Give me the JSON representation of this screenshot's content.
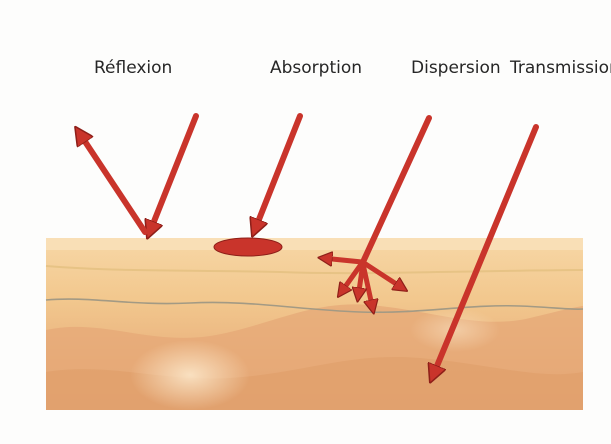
{
  "diagram": {
    "labels": {
      "reflexion": "Réflexion",
      "absorption": "Absorption",
      "dispersion": "Dispersion",
      "transmission": "Transmission"
    },
    "colors": {
      "arrow": "#c9342b",
      "arrow_edge": "#8e1f19",
      "skin_top": "#f7d7a6",
      "skin_epidermis": "#f2c88e",
      "skin_dermis": "#eab27e",
      "skin_deep": "#e3a070",
      "layer_line": "#a39a84",
      "highlight": "#fbe6c8"
    },
    "icons": [
      "reflection-arrows",
      "absorption-arrow",
      "scattering-arrows",
      "transmission-arrow"
    ]
  }
}
